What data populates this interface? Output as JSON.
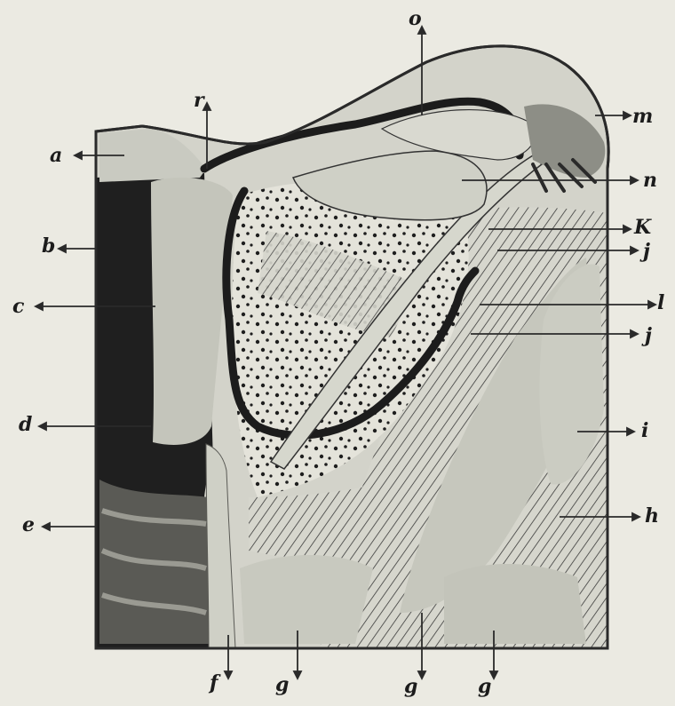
{
  "labels": {
    "a": "a",
    "b": "b",
    "c": "c",
    "d": "d",
    "e": "e",
    "f": "f",
    "g1": "g",
    "g2": "g",
    "g3": "g",
    "h": "h",
    "i": "i",
    "j1": "j",
    "l": "l",
    "j2": "j",
    "k": "K",
    "n": "n",
    "m": "m",
    "o": "o",
    "r": "r"
  },
  "colors": {
    "paper": "#ebeae2",
    "frame": "#2a2a2a",
    "ink": "#1a1a1a",
    "tissue_light": "#cfd0c6",
    "tissue_mid": "#b9bab0",
    "cavity": "#1e1e1e"
  }
}
